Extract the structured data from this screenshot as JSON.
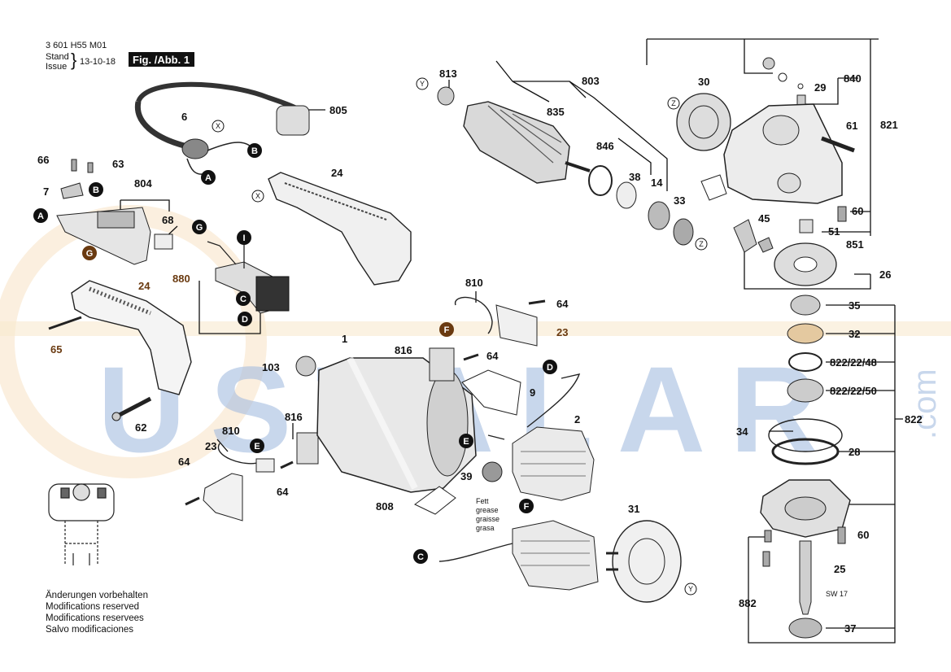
{
  "header": {
    "doc_number": "3 601 H55 M01",
    "stand_label": "Stand",
    "issue_label": "Issue",
    "date": "13-10-18",
    "fig_label": "Fig. /Abb. 1"
  },
  "notes": [
    "Änderungen vorbehalten",
    "Modifications reserved",
    "Modifications reservees",
    "Salvo modificaciones"
  ],
  "grease_note": [
    "Fett",
    "grease",
    "graisse",
    "grasa"
  ],
  "watermark": {
    "text": "USTALAR",
    "suffix": ".com",
    "color": "#5b85c6",
    "ring_color": "#f0c58a"
  },
  "colors": {
    "ink": "#111111",
    "brown_label": "#6a3a10",
    "highlight_band": "#f3d9a8"
  },
  "part_labels": {
    "p813": "813",
    "p803": "803",
    "p835": "835",
    "p846": "846",
    "p38": "38",
    "p14": "14",
    "p33": "33",
    "p30": "30",
    "p840": "840",
    "p29": "29",
    "p821": "821",
    "p61": "61",
    "p60a": "60",
    "p45": "45",
    "p51": "51",
    "p851": "851",
    "p26": "26",
    "p35": "35",
    "p32": "32",
    "p822_48": "822/22/48",
    "p822_50": "822/22/50",
    "p822": "822",
    "p34": "34",
    "p28": "28",
    "p60b": "60",
    "p25": "25",
    "p882": "882",
    "p37": "37",
    "sw": "SW 17",
    "p805": "805",
    "p6": "6",
    "p66": "66",
    "p63": "63",
    "p804": "804",
    "p7": "7",
    "p68": "68",
    "p880": "880",
    "p24a": "24",
    "p24b": "24",
    "p65": "65",
    "p62": "62",
    "p810a": "810",
    "p64a": "64",
    "p23a": "23",
    "p1": "1",
    "p816a": "816",
    "p64b": "64",
    "p103": "103",
    "p9": "9",
    "p2": "2",
    "p39": "39",
    "p808": "808",
    "p31": "31",
    "p816b": "816",
    "p810b": "810",
    "p23b": "23",
    "p64c": "64",
    "p64d": "64"
  },
  "markers": {
    "A": "A",
    "B": "B",
    "C": "C",
    "D": "D",
    "E": "E",
    "F": "F",
    "G": "G",
    "I": "I",
    "X": "X",
    "Y": "Y",
    "Z": "Z"
  }
}
